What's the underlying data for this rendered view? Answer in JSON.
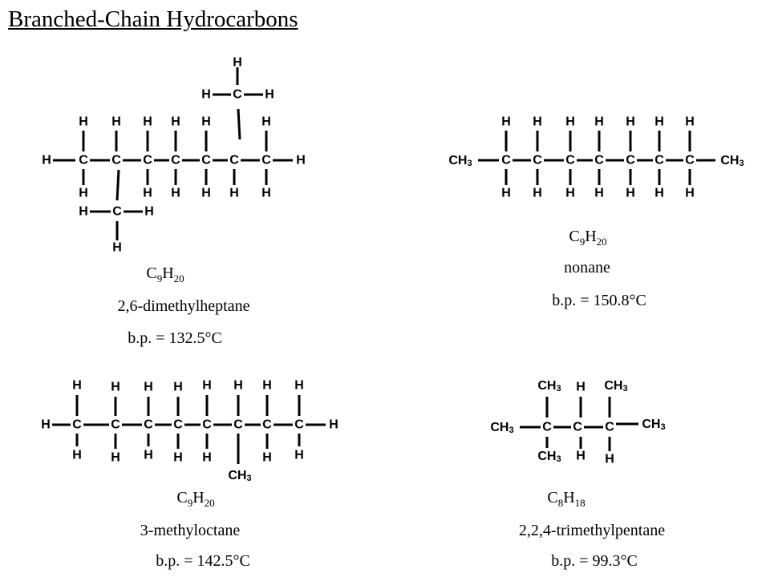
{
  "title": "Branched-Chain Hydrocarbons",
  "atoms": {
    "H": "H",
    "C": "C",
    "CH": "CH",
    "sub3": "3"
  },
  "molecules": [
    {
      "id": "dimethylheptane",
      "formula_el1": "C",
      "formula_n1": "9",
      "formula_el2": "H",
      "formula_n2": "20",
      "name": "2,6-dimethylheptane",
      "bp": "b.p. =  132.5°C"
    },
    {
      "id": "nonane",
      "formula_el1": "C",
      "formula_n1": "9",
      "formula_el2": "H",
      "formula_n2": "20",
      "name": "nonane",
      "bp": "b.p. =  150.8°C"
    },
    {
      "id": "methyloctane",
      "formula_el1": "C",
      "formula_n1": "9",
      "formula_el2": "H",
      "formula_n2": "20",
      "name": "3-methyloctane",
      "bp": "b.p. =  142.5°C"
    },
    {
      "id": "trimethylpentane",
      "formula_el1": "C",
      "formula_n1": "8",
      "formula_el2": "H",
      "formula_n2": "18",
      "name": "2,2,4-trimethylpentane",
      "bp": "b.p. =  99.3°C"
    }
  ]
}
